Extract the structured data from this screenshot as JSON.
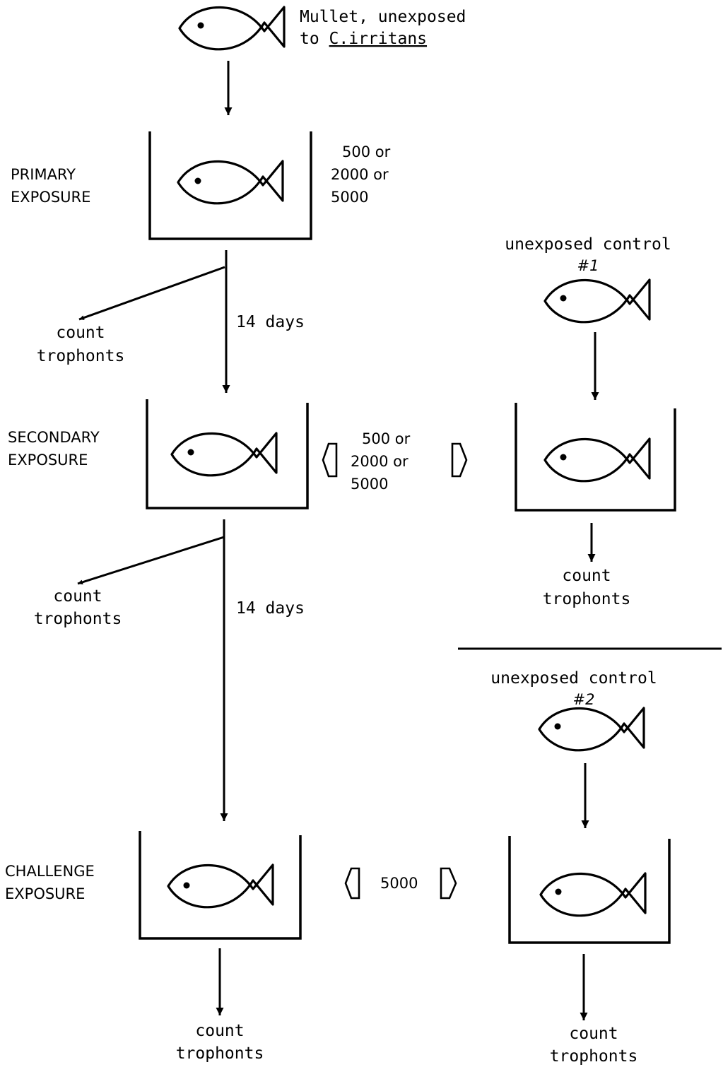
{
  "source_fish": {
    "label_line1": "Mullet, unexposed",
    "label_line2_prefix": "to ",
    "label_line2_species": "C.irritans"
  },
  "primary": {
    "label_line1": "PRIMARY",
    "label_line2": "EXPOSURE",
    "doses": [
      "500 or",
      "2000 or",
      "5000"
    ],
    "count_line1": "count",
    "count_line2": "trophonts",
    "interval": "14 days"
  },
  "secondary": {
    "label_line1": "SECONDARY",
    "label_line2": "EXPOSURE",
    "doses": [
      "500 or",
      "2000 or",
      "5000"
    ],
    "count_line1": "count",
    "count_line2": "trophonts",
    "interval": "14 days"
  },
  "control1": {
    "label_line1": "unexposed control",
    "label_line2": "#1",
    "count_line1": "count",
    "count_line2": "trophonts"
  },
  "control2": {
    "label_line1": "unexposed control",
    "label_line2": "#2",
    "count_line1": "count",
    "count_line2": "trophonts"
  },
  "challenge": {
    "label_line1": "CHALLENGE",
    "label_line2": "EXPOSURE",
    "dose": "5000",
    "count_line1": "count",
    "count_line2": "trophonts",
    "control_count_line1": "count",
    "control_count_line2": "trophonts"
  }
}
